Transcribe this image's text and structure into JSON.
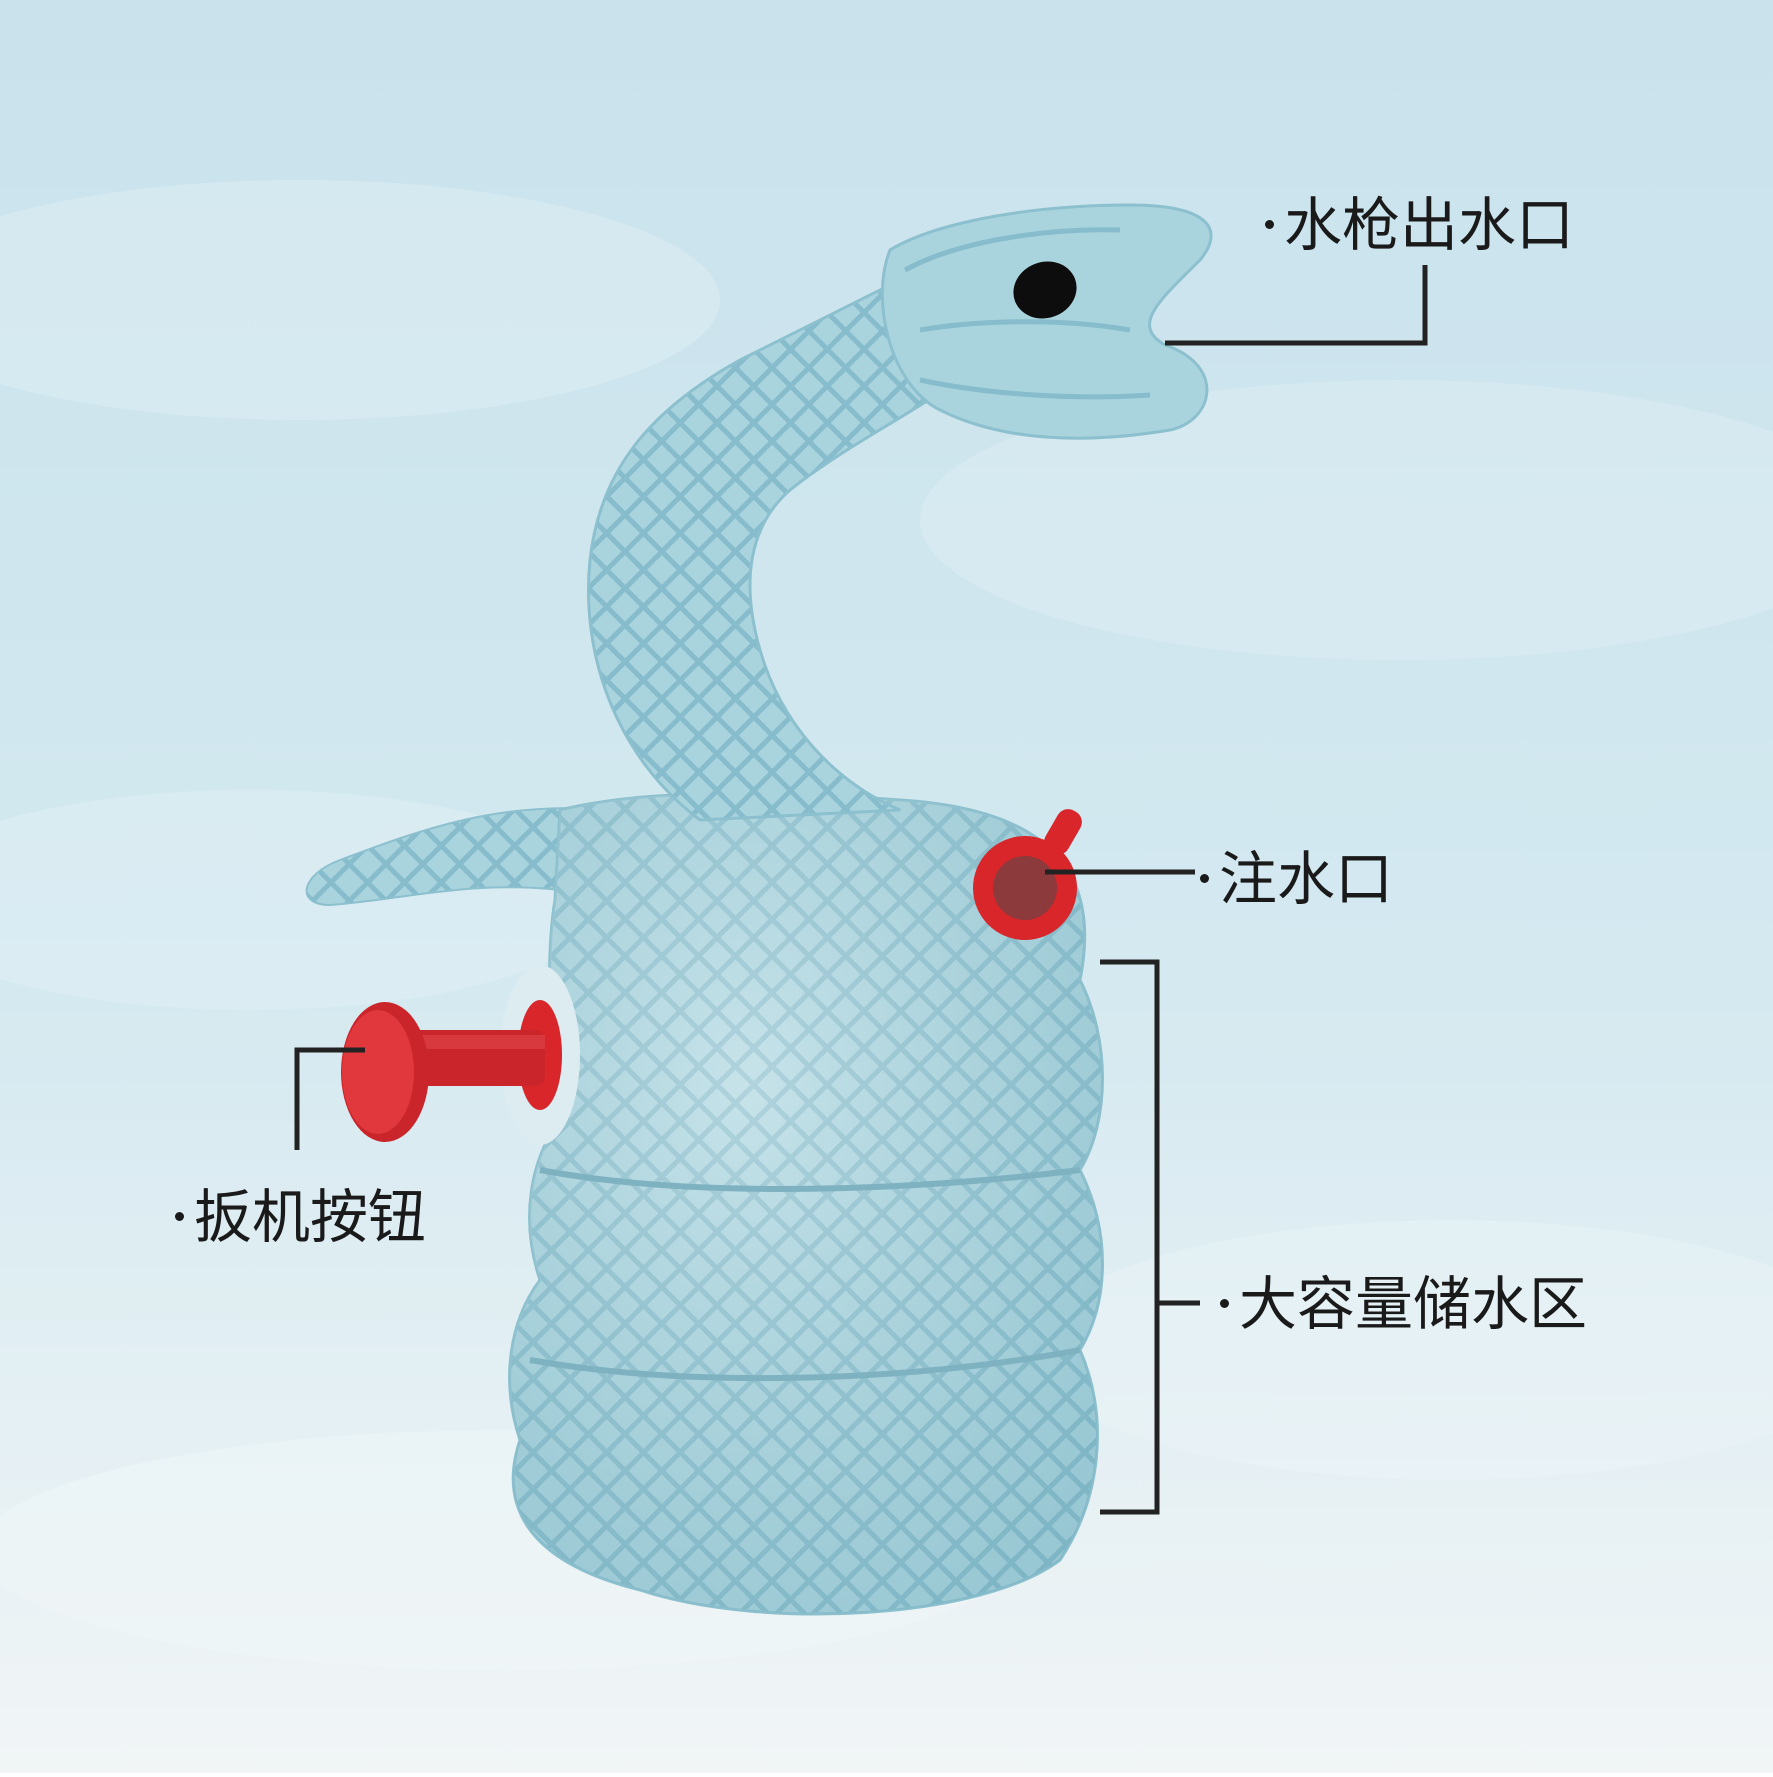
{
  "callouts": {
    "spout": "水枪出水口",
    "fill_port": "注水口",
    "trigger": "扳机按钮",
    "reservoir": "大容量储水区"
  },
  "colors": {
    "background": "#cfe6ee",
    "toy_body": "#a9d4de",
    "toy_shadow": "#7fb6c4",
    "accent_red": "#d8262b",
    "line": "#222222"
  },
  "icons": {
    "eye": "black-oval",
    "bullet": "dot"
  }
}
